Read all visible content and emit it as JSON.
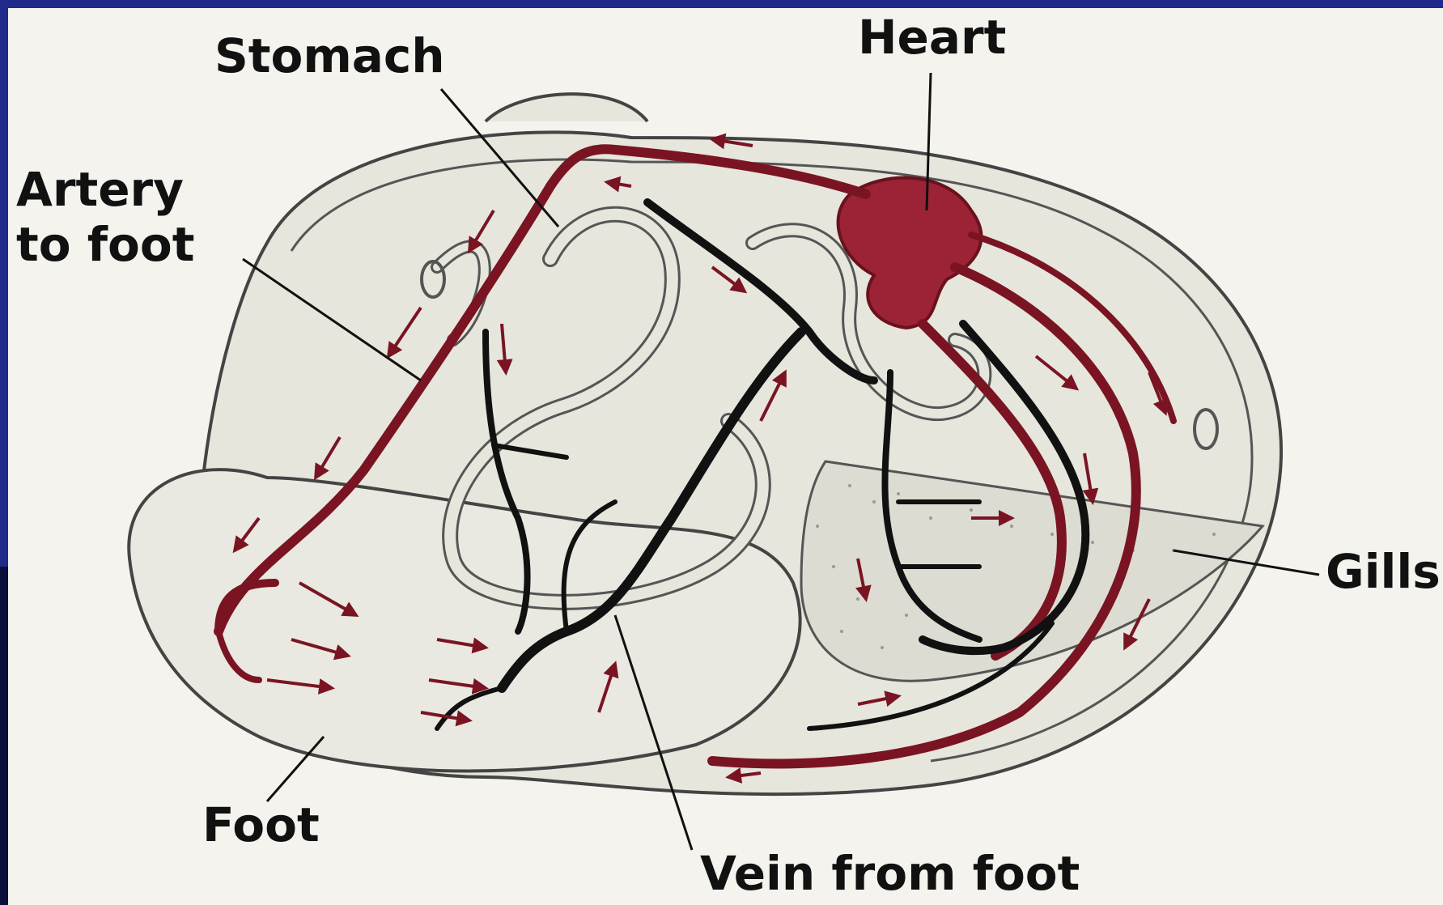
{
  "title": "",
  "labels": {
    "stomach": "Stomach",
    "heart": "Heart",
    "artery": "Artery to foot",
    "gills": "Gills",
    "foot": "Foot",
    "vein": "Vein from foot"
  },
  "colors": {
    "background": "#f4f3ee",
    "border": "#1f2a8a",
    "body_fill": "#e6e6dd",
    "artery_red": "#7a1422",
    "heart_red": "#9b2335",
    "vein_black": "#111111",
    "outline": "#444444"
  }
}
